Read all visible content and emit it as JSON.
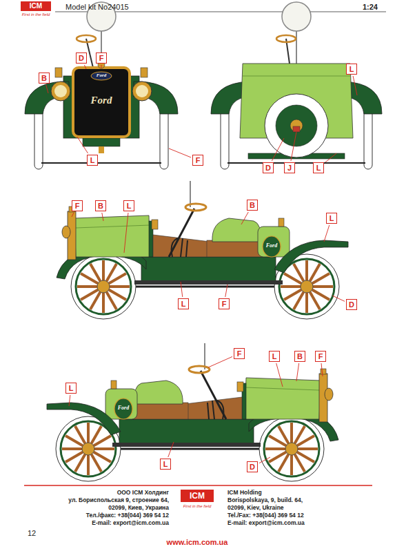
{
  "diagram": {
    "nodes": [
      {
        "text": [
          "D"
        ]
      },
      {
        "text": [
          "F"
        ]
      },
      {
        "text": [
          "B"
        ]
      },
      {
        "text": [
          "L"
        ]
      },
      {
        "text": [
          "F"
        ]
      },
      {
        "text": [
          "L"
        ]
      },
      {
        "text": [
          "D"
        ]
      },
      {
        "text": [
          "J"
        ]
      },
      {
        "text": [
          "L"
        ]
      },
      {
        "text": [
          "F"
        ]
      },
      {
        "text": [
          "B"
        ]
      },
      {
        "text": [
          "L"
        ]
      },
      {
        "text": [
          "B"
        ]
      },
      {
        "text": [
          "L"
        ]
      },
      {
        "text": [
          "L"
        ]
      },
      {
        "text": [
          "F"
        ]
      },
      {
        "text": [
          "D"
        ]
      },
      {
        "text": [
          "F"
        ]
      },
      {
        "text": [
          "L"
        ]
      },
      {
        "text": [
          "B"
        ]
      },
      {
        "text": [
          "F"
        ]
      },
      {
        "text": [
          "L"
        ]
      },
      {
        "text": [
          "L"
        ]
      },
      {
        "text": [
          "D"
        ]
      }
    ],
    "labels": [
      "Model kit No24015",
      "1:24",
      "ICM",
      "First in the field",
      "Ford",
      "Ford",
      "Ford",
      "Ford",
      "ООО ICM Холдинг",
      "ул. Бориспольская 9, строение 64,",
      "02099, Киев, Украина",
      "Тел./факс: +38(044) 369 54 12",
      "E-mail: export@icm.com.ua",
      "ICM Holding",
      "Borispolskaya, 9, build. 64,",
      "02099, Kiev, Ukraine",
      "Tel./Fax: +38(044) 369 54 12",
      "E-mail: export@icm.com.ua",
      "ICM",
      "First in the field",
      "12",
      "www.icm.com.ua"
    ]
  }
}
